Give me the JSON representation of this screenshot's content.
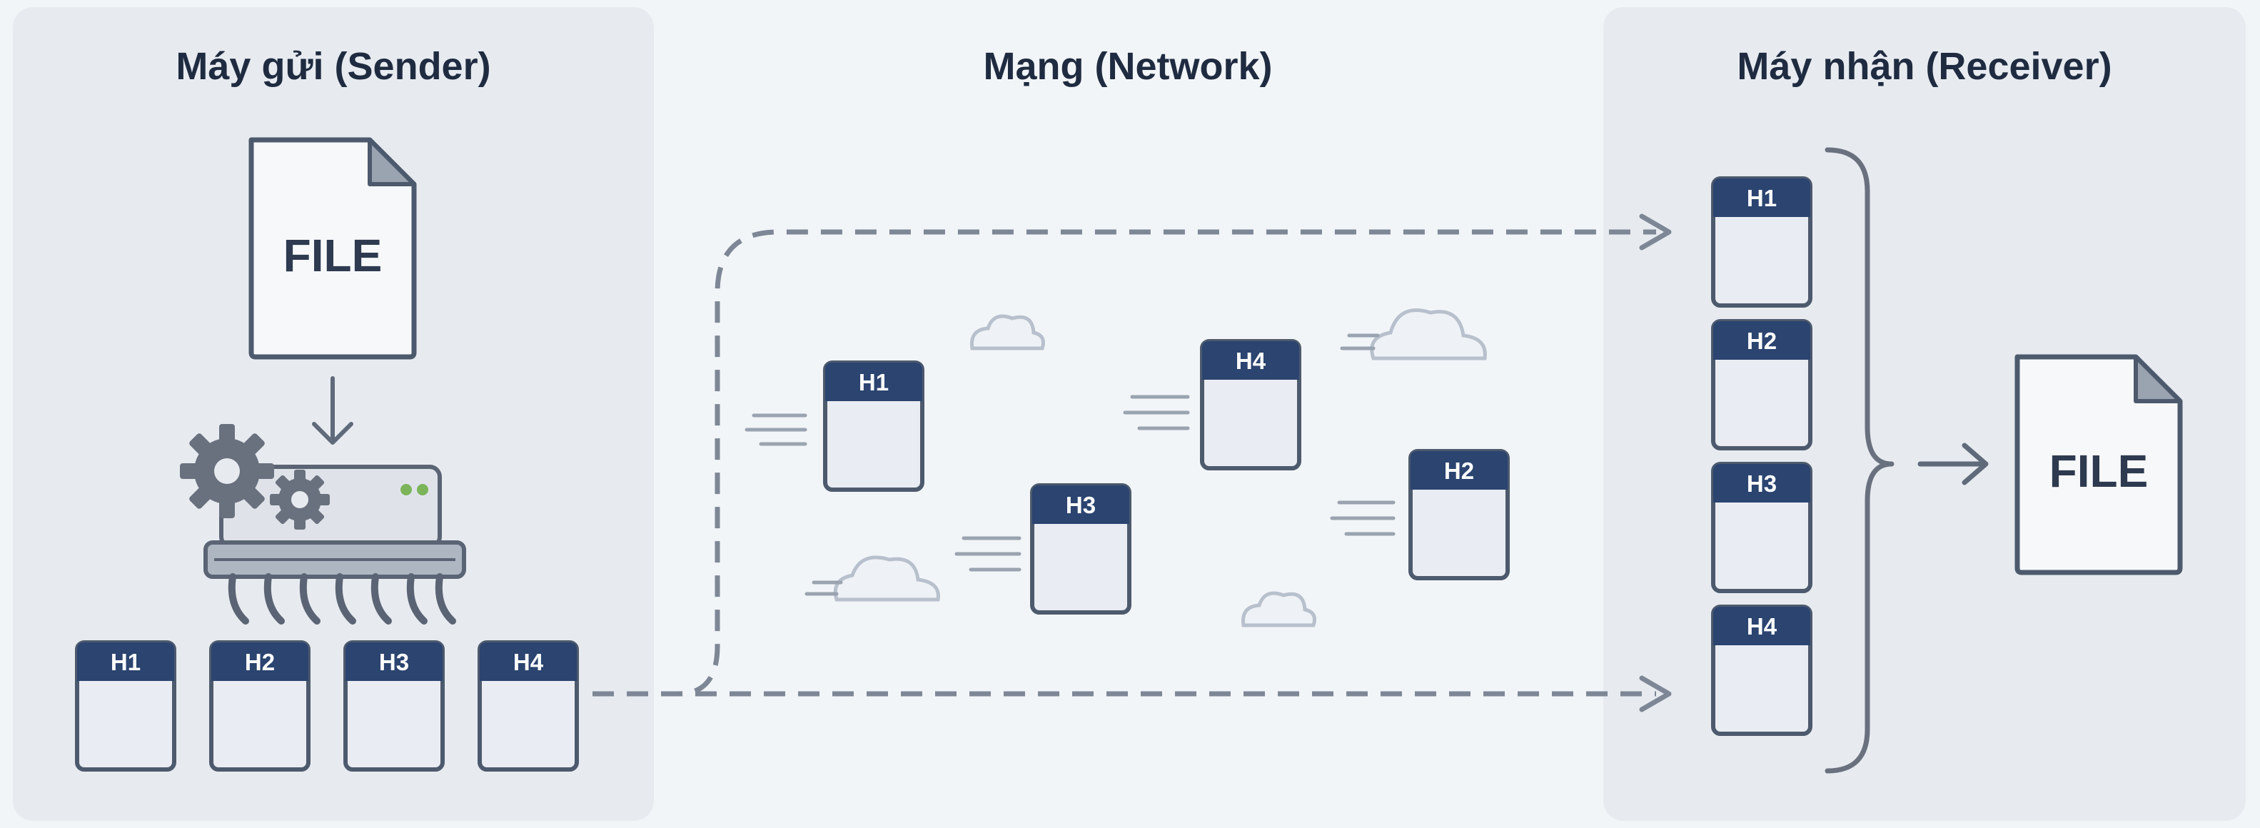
{
  "sections": {
    "sender": {
      "title": "Máy gửi (Sender)"
    },
    "network": {
      "title": "Mạng (Network)"
    },
    "receiver": {
      "title": "Máy nhận (Receiver)"
    }
  },
  "file_label": "FILE",
  "packets": {
    "sender": [
      "H1",
      "H2",
      "H3",
      "H4"
    ],
    "network": [
      "H1",
      "H4",
      "H3",
      "H2"
    ],
    "receiver": [
      "H1",
      "H2",
      "H3",
      "H4"
    ]
  },
  "colors": {
    "background": "#f2f5f8",
    "panel": "#e7ebf0",
    "header": "#2b4470",
    "outline": "#4d5a6d",
    "packet_body": "#e9ecf2",
    "dashed_path": "#7d8796",
    "cloud": "#c2cad5",
    "gear": "#69717f",
    "led": "#7cb45a"
  },
  "icons": [
    "file-icon",
    "down-arrow-icon",
    "gear-icon",
    "shredder-icon",
    "cloud-icon",
    "speed-lines-icon",
    "dashed-arrow-icon",
    "brace-icon",
    "right-arrow-icon"
  ]
}
